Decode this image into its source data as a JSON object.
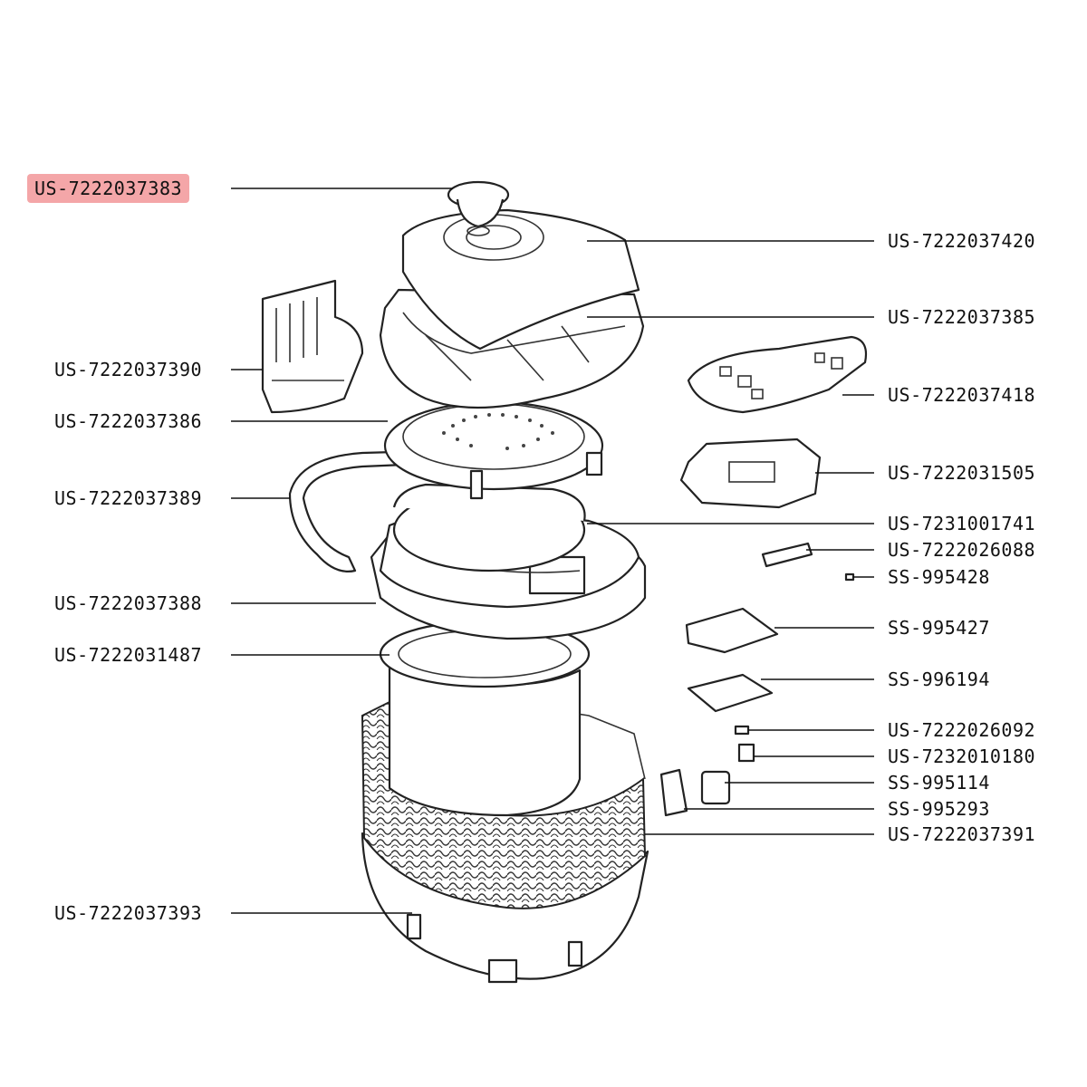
{
  "parts": [
    {
      "id": "p1",
      "code": "US-7222037383",
      "highlighted": true
    },
    {
      "id": "p2",
      "code": "US-7222037420"
    },
    {
      "id": "p3",
      "code": "US-7222037385"
    },
    {
      "id": "p4",
      "code": "US-7222037390"
    },
    {
      "id": "p5",
      "code": "US-7222037418"
    },
    {
      "id": "p6",
      "code": "US-7222037386"
    },
    {
      "id": "p7",
      "code": "US-7222031505"
    },
    {
      "id": "p8",
      "code": "US-7222037389"
    },
    {
      "id": "p9",
      "code": "US-7231001741"
    },
    {
      "id": "p10",
      "code": "US-7222026088"
    },
    {
      "id": "p11",
      "code": "SS-995428"
    },
    {
      "id": "p12",
      "code": "US-7222037388"
    },
    {
      "id": "p13",
      "code": "SS-995427"
    },
    {
      "id": "p14",
      "code": "US-7222031487"
    },
    {
      "id": "p15",
      "code": "SS-996194"
    },
    {
      "id": "p16",
      "code": "US-7222026092"
    },
    {
      "id": "p17",
      "code": "US-7232010180"
    },
    {
      "id": "p18",
      "code": "SS-995114"
    },
    {
      "id": "p19",
      "code": "SS-995293"
    },
    {
      "id": "p20",
      "code": "US-7222037391"
    },
    {
      "id": "p21",
      "code": "US-7222037393"
    }
  ],
  "colors": {
    "highlight": "#f4a6a8",
    "line": "#111111",
    "background": "#ffffff"
  }
}
